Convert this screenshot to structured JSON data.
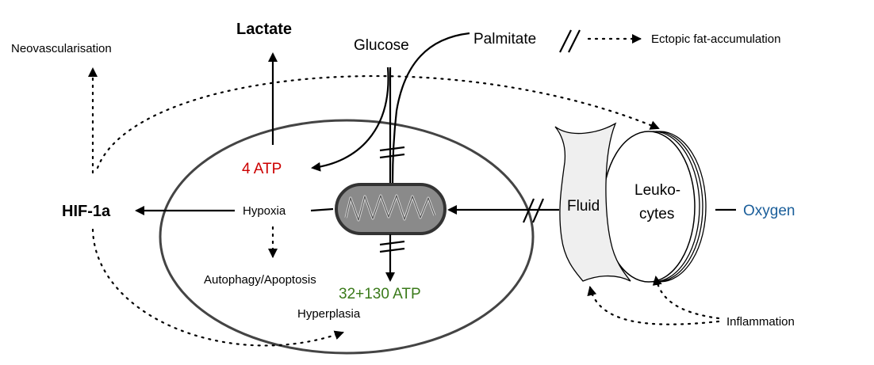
{
  "labels": {
    "lactate": "Lactate",
    "glucose": "Glucose",
    "palmitate": "Palmitate",
    "ectopic": "Ectopic fat-accumulation",
    "neovascularisation": "Neovascularisation",
    "hif": "HIF-1a",
    "hypoxia": "Hypoxia",
    "atp_glycolysis": "4 ATP",
    "atp_oxidative": "32+130 ATP",
    "autophagy": "Autophagy/Apoptosis",
    "hyperplasia": "Hyperplasia",
    "fluid": "Fluid",
    "leukocytes_line1": "Leuko-",
    "leukocytes_line2": "cytes",
    "oxygen": "Oxygen",
    "inflammation": "Inflammation"
  },
  "colors": {
    "atp_glycolysis": "#cc0000",
    "atp_oxidative": "#3a7a1a",
    "oxygen": "#1a5e9a",
    "cell_outline": "#444444",
    "mitochondrion_fill": "#8a8a8a",
    "fluid_fill": "#efefef"
  },
  "icons": {
    "mitochondrion": "mitochondrion-icon",
    "fluid_layer": "fluid-layer-shape",
    "leukocytes_disc": "leukocytes-disc-shape"
  }
}
